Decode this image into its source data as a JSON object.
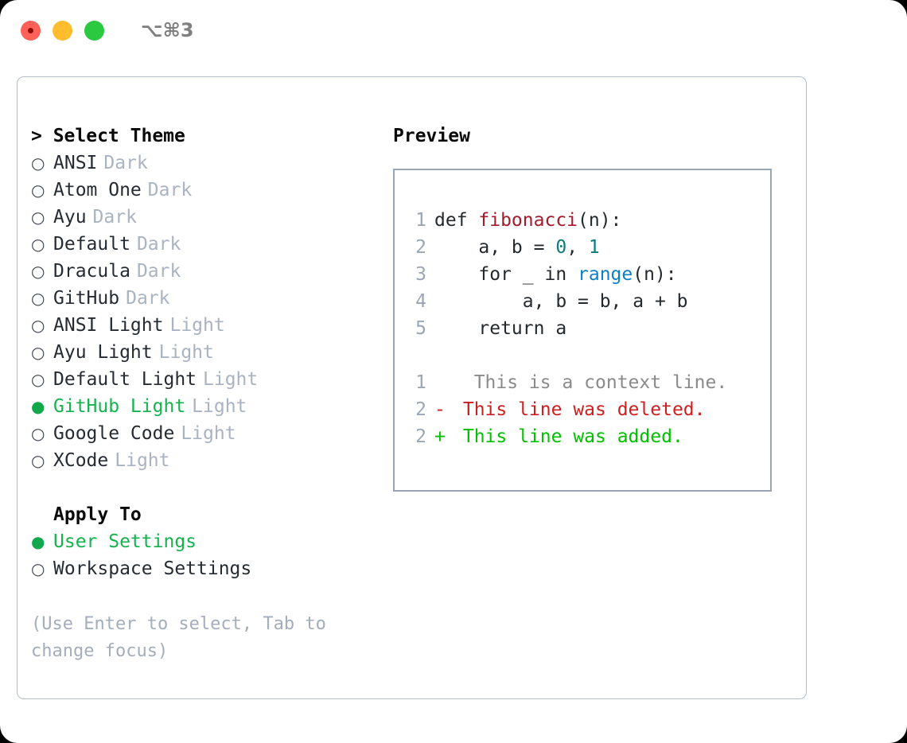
{
  "titlebar": {
    "shortcut": "⌥⌘3",
    "lights": [
      {
        "name": "close",
        "color": "#ff6058"
      },
      {
        "name": "minimize",
        "color": "#ffbd2e"
      },
      {
        "name": "maximize",
        "color": "#2ac940"
      }
    ]
  },
  "colors": {
    "selected_green": "#15b24e",
    "marker_green": "#10a84a",
    "muted": "#a9b3c1",
    "panel_border": "#b3bcc8",
    "preview_border": "#9aa5b4",
    "code_fn_red": "#a41b2c",
    "code_number_teal": "#0c7b7b",
    "code_builtin_blue": "#0b80c6",
    "diff_delete_red": "#cc2020",
    "diff_add_green": "#00c000",
    "diff_context_gray": "#8a8a8a"
  },
  "theme_picker": {
    "heading": "> Select Theme",
    "themes": [
      {
        "marker": "○",
        "name": "ANSI",
        "kind": "Dark",
        "selected": false
      },
      {
        "marker": "○",
        "name": "Atom One",
        "kind": "Dark",
        "selected": false
      },
      {
        "marker": "○",
        "name": "Ayu",
        "kind": "Dark",
        "selected": false
      },
      {
        "marker": "○",
        "name": "Default",
        "kind": "Dark",
        "selected": false
      },
      {
        "marker": "○",
        "name": "Dracula",
        "kind": "Dark",
        "selected": false
      },
      {
        "marker": "○",
        "name": "GitHub",
        "kind": "Dark",
        "selected": false
      },
      {
        "marker": "○",
        "name": "ANSI Light",
        "kind": "Light",
        "selected": false
      },
      {
        "marker": "○",
        "name": "Ayu Light",
        "kind": "Light",
        "selected": false
      },
      {
        "marker": "○",
        "name": "Default Light",
        "kind": "Light",
        "selected": false
      },
      {
        "marker": "●",
        "name": "GitHub Light",
        "kind": "Light",
        "selected": true
      },
      {
        "marker": "○",
        "name": "Google Code",
        "kind": "Light",
        "selected": false
      },
      {
        "marker": "○",
        "name": "XCode",
        "kind": "Light",
        "selected": false
      }
    ]
  },
  "apply_to": {
    "heading": "Apply To",
    "options": [
      {
        "marker": "●",
        "label": "User Settings",
        "selected": true
      },
      {
        "marker": "○",
        "label": "Workspace Settings",
        "selected": false
      }
    ]
  },
  "hint": "(Use Enter to select, Tab to change focus)",
  "preview": {
    "title": "Preview",
    "code_lines": [
      {
        "lineno": "1",
        "tokens": [
          {
            "text": "def ",
            "type": "plain"
          },
          {
            "text": "fibonacci",
            "type": "fn"
          },
          {
            "text": "(n):",
            "type": "plain"
          }
        ]
      },
      {
        "lineno": "2",
        "tokens": [
          {
            "text": "    a, b = ",
            "type": "plain"
          },
          {
            "text": "0",
            "type": "num"
          },
          {
            "text": ", ",
            "type": "plain"
          },
          {
            "text": "1",
            "type": "num"
          }
        ]
      },
      {
        "lineno": "3",
        "tokens": [
          {
            "text": "    for _ in ",
            "type": "plain"
          },
          {
            "text": "range",
            "type": "builtin"
          },
          {
            "text": "(n):",
            "type": "plain"
          }
        ]
      },
      {
        "lineno": "4",
        "tokens": [
          {
            "text": "        a, b = b, a + b",
            "type": "plain"
          }
        ]
      },
      {
        "lineno": "5",
        "tokens": [
          {
            "text": "    return a",
            "type": "plain"
          }
        ]
      }
    ],
    "diff_lines": [
      {
        "lineno": "1",
        "sign": " ",
        "text": "  This is a context line.",
        "type": "ctx"
      },
      {
        "lineno": "2",
        "sign": "-",
        "text": " This line was deleted.",
        "type": "del"
      },
      {
        "lineno": "2",
        "sign": "+",
        "text": " This line was added.",
        "type": "add"
      }
    ]
  }
}
